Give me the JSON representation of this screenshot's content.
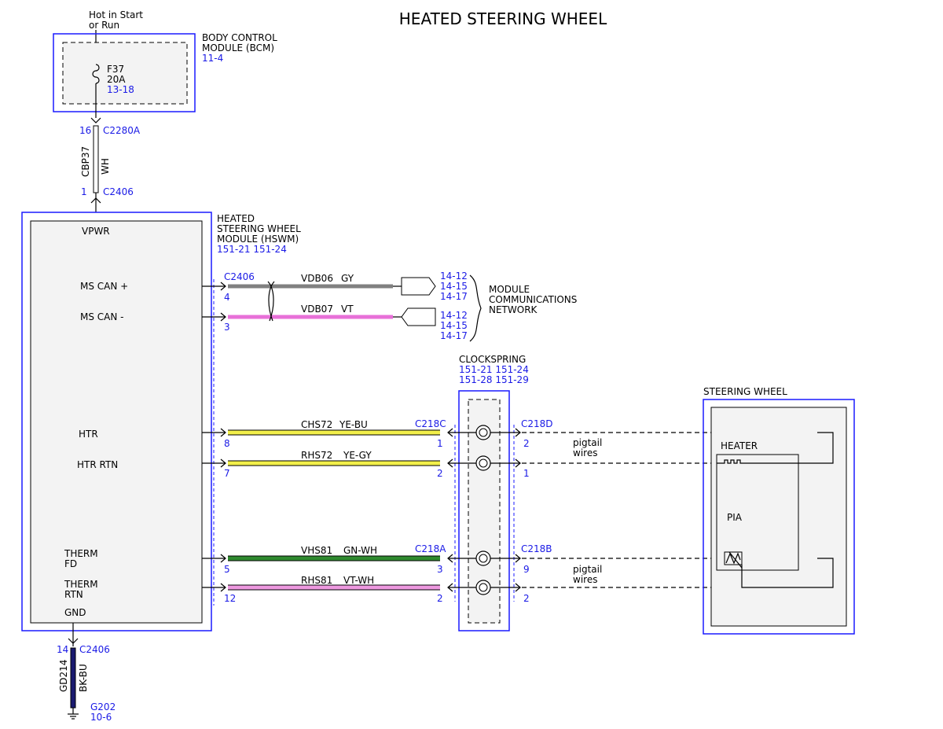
{
  "title": "HEATED STEERING WHEEL",
  "power_source": {
    "line1": "Hot in Start",
    "line2": "or Run"
  },
  "bcm": {
    "name1": "BODY CONTROL",
    "name2": "MODULE (BCM)",
    "ref": "11-4",
    "fuse": "F37",
    "fuse_rating": "20A",
    "fuse_ref": "13-18"
  },
  "feed": {
    "pin_top": "16",
    "conn_top": "C2280A",
    "circuit": "CBP37",
    "color": "WH",
    "pin_bottom": "1",
    "conn_bottom": "C2406"
  },
  "hswm": {
    "name1": "HEATED",
    "name2": "STEERING WHEEL",
    "name3": "MODULE (HSWM)",
    "ref": "151-21  151-24",
    "pins": {
      "vpwr": "VPWR",
      "can_plus": "MS CAN +",
      "can_minus": "MS CAN -",
      "htr": "HTR",
      "htr_rtn": "HTR RTN",
      "therm_fd_1": "THERM",
      "therm_fd_2": "FD",
      "therm_rtn_1": "THERM",
      "therm_rtn_2": "RTN",
      "gnd": "GND"
    }
  },
  "can": {
    "connector": "C2406",
    "plus": {
      "pin": "4",
      "circuit": "VDB06",
      "color": "GY",
      "refs": [
        "14-12",
        "14-15",
        "14-17"
      ]
    },
    "minus": {
      "pin": "3",
      "circuit": "VDB07",
      "color": "VT",
      "refs": [
        "14-12",
        "14-15",
        "14-17"
      ]
    },
    "network1": "MODULE",
    "network2": "COMMUNICATIONS",
    "network3": "NETWORK"
  },
  "clockspring": {
    "name": "CLOCKSPRING",
    "refs1": "151-21  151-24",
    "refs2": "151-28  151-29"
  },
  "wires": {
    "htr": {
      "pin": "8",
      "circuit": "CHS72",
      "color": "YE-BU",
      "conn_left": "C218C",
      "pin_left": "1",
      "conn_right": "C218D",
      "pin_right": "2"
    },
    "htr_rtn": {
      "pin": "7",
      "circuit": "RHS72",
      "color": "YE-GY",
      "pin_left": "2",
      "pin_right": "1"
    },
    "therm_fd": {
      "pin": "5",
      "circuit": "VHS81",
      "color": "GN-WH",
      "conn_left": "C218A",
      "pin_left": "3",
      "conn_right": "C218B",
      "pin_right": "9"
    },
    "therm_rtn": {
      "pin": "12",
      "circuit": "RHS81",
      "color": "VT-WH",
      "pin_left": "2",
      "pin_right": "2"
    }
  },
  "pigtail": {
    "line1": "pigtail",
    "line2": "wires"
  },
  "steering_wheel": {
    "name": "STEERING WHEEL",
    "heater": "HEATER",
    "pia": "PIA"
  },
  "ground": {
    "pin": "14",
    "conn": "C2406",
    "circuit": "GD214",
    "color": "BK-BU",
    "ground_id": "G202",
    "ref": "10-6"
  },
  "colors": {
    "gray": "#808080",
    "violet": "#e870d8",
    "yellow": "#f2ef4a",
    "green": "#2f8a2f",
    "pink": "#ee99e0",
    "black_blue": "#1a1a70",
    "blue_text": "#1a1ae6"
  }
}
